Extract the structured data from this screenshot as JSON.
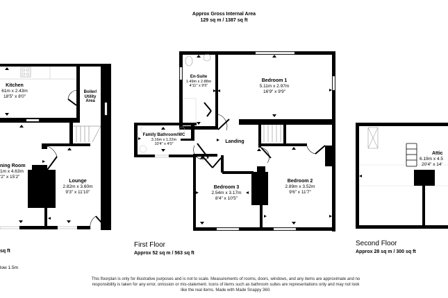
{
  "header": {
    "title": "Approx Gross Internal Area",
    "area": "129 sq m / 1387 sq ft"
  },
  "ground_floor": {
    "area_fragment": "sq ft",
    "note_fragment": "low 1.5m",
    "rooms": {
      "kitchen": {
        "name": "Kitchen",
        "metric": "61m x 2.43m",
        "imperial": "18'5\" x 8'0\""
      },
      "boiler": {
        "name": "Boiler/ Utility Area"
      },
      "dining": {
        "name": "ning Room",
        "metric": "1m x 4.63m",
        "imperial": "'2\" x 15'2\""
      },
      "lounge": {
        "name": "Lounge",
        "metric": "2.82m x 3.60m",
        "imperial": "9'3\" x 11'10\""
      }
    }
  },
  "first_floor": {
    "name": "First Floor",
    "area": "Approx 52 sq m / 563 sq ft",
    "rooms": {
      "ensuite": {
        "name": "En-Suite",
        "metric": "1.49m x 2.88m",
        "imperial": "4'11\" x 9'5\""
      },
      "bedroom1": {
        "name": "Bedroom 1",
        "metric": "5.11m x 2.97m",
        "imperial": "16'9\" x 9'9\""
      },
      "bathroom": {
        "name": "Family Bathroom/WC",
        "metric": "3.16m x 1.22m",
        "imperial": "10'4\" x 4'0\""
      },
      "landing": {
        "name": "Landing"
      },
      "bedroom3": {
        "name": "Bedroom 3",
        "metric": "2.54m x 3.17m",
        "imperial": "8'4\" x 10'5\""
      },
      "bedroom2": {
        "name": "Bedroom 2",
        "metric": "2.89m x 3.52m",
        "imperial": "9'6\" x 11'7\""
      }
    }
  },
  "second_floor": {
    "name": "Second Floor",
    "area": "Approx 28 sq m / 300 sq ft",
    "rooms": {
      "attic": {
        "name": "Attic",
        "metric": "6.19m x 4.5",
        "imperial": "20'4\" x 14'"
      }
    }
  },
  "disclaimer": "This floorplan is only for illustrative purposes and is not to scale. Measurements of rooms, doors, windows, and any items are approximate and no responsibility is taken for any error, omission or mis-statement. Icons of items such as bathroom suites are representations only and may not look like the real items. Made with Made Snappy 360.",
  "colors": {
    "wall": "#000000",
    "window": "#bbbbbb",
    "fixture": "#999999",
    "background": "#ffffff"
  }
}
